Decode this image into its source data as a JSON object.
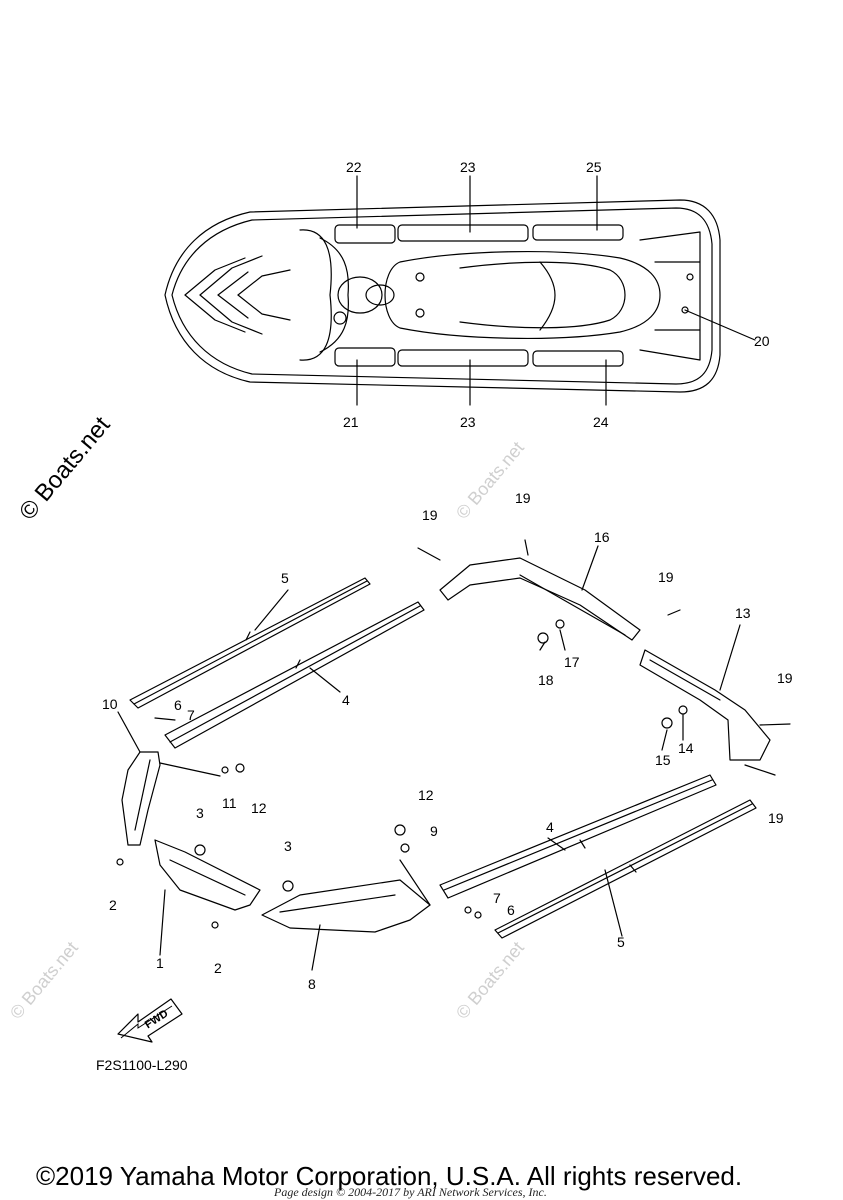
{
  "watermark_main": "© Boats.net",
  "watermark_faint": "© Boats.net",
  "diagram_code": "F2S1100-L290",
  "fwd_label": "FWD",
  "copyright": "©2019 Yamaha Motor Corporation, U.S.A. All rights reserved.",
  "page_design": "Page design © 2004-2017 by ARI Network Services, Inc.",
  "callouts": [
    {
      "id": "c22",
      "text": "22"
    },
    {
      "id": "c23a",
      "text": "23"
    },
    {
      "id": "c25",
      "text": "25"
    },
    {
      "id": "c20",
      "text": "20"
    },
    {
      "id": "c21",
      "text": "21"
    },
    {
      "id": "c23b",
      "text": "23"
    },
    {
      "id": "c24",
      "text": "24"
    },
    {
      "id": "c19a",
      "text": "19"
    },
    {
      "id": "c19b",
      "text": "19"
    },
    {
      "id": "c16",
      "text": "16"
    },
    {
      "id": "c19c",
      "text": "19"
    },
    {
      "id": "c5a",
      "text": "5"
    },
    {
      "id": "c13",
      "text": "13"
    },
    {
      "id": "c17",
      "text": "17"
    },
    {
      "id": "c18",
      "text": "18"
    },
    {
      "id": "c4a",
      "text": "4"
    },
    {
      "id": "c19d",
      "text": "19"
    },
    {
      "id": "c10",
      "text": "10"
    },
    {
      "id": "c6a",
      "text": "6"
    },
    {
      "id": "c7a",
      "text": "7"
    },
    {
      "id": "c14",
      "text": "14"
    },
    {
      "id": "c15",
      "text": "15"
    },
    {
      "id": "c11",
      "text": "11"
    },
    {
      "id": "c12a",
      "text": "12"
    },
    {
      "id": "c19e",
      "text": "19"
    },
    {
      "id": "c3a",
      "text": "3"
    },
    {
      "id": "c12b",
      "text": "12"
    },
    {
      "id": "c9",
      "text": "9"
    },
    {
      "id": "c4b",
      "text": "4"
    },
    {
      "id": "c3b",
      "text": "3"
    },
    {
      "id": "c2a",
      "text": "2"
    },
    {
      "id": "c7b",
      "text": "7"
    },
    {
      "id": "c6b",
      "text": "6"
    },
    {
      "id": "c1",
      "text": "1"
    },
    {
      "id": "c2b",
      "text": "2"
    },
    {
      "id": "c5b",
      "text": "5"
    },
    {
      "id": "c8",
      "text": "8"
    }
  ]
}
